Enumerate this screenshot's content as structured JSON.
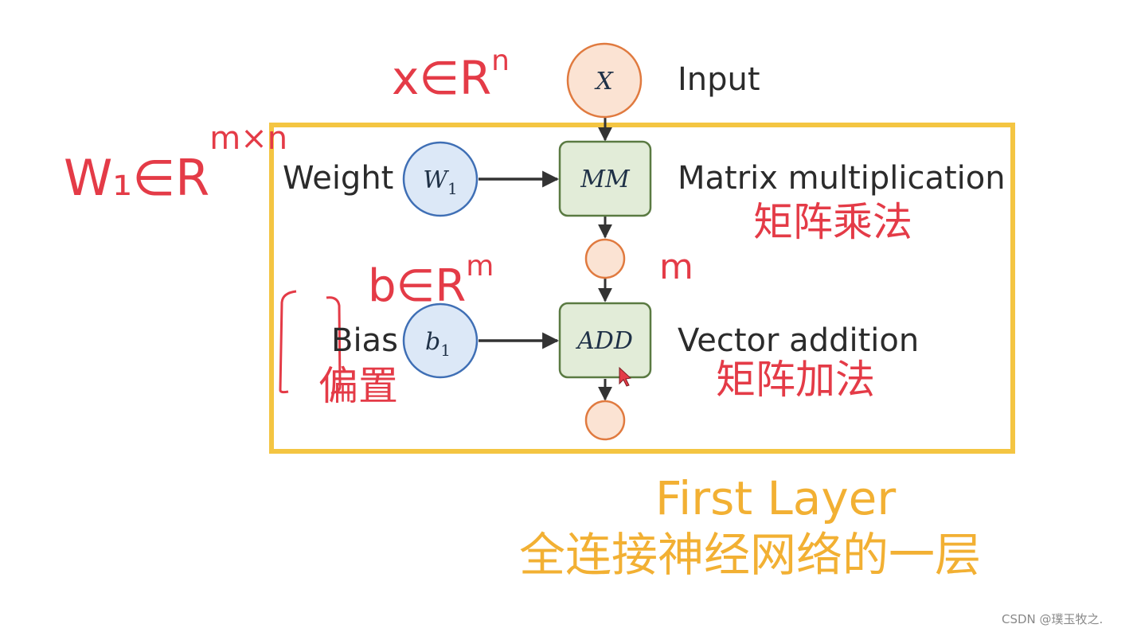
{
  "diagram": {
    "nodes": {
      "input_node": "X",
      "weight_node": "W",
      "weight_sub": "1",
      "mm_node": "MM",
      "bias_node": "b",
      "bias_sub": "1",
      "add_node": "ADD"
    },
    "labels": {
      "input": "Input",
      "weight": "Weight",
      "bias": "Bias",
      "matmul": "Matrix multiplication",
      "matmul_cn": "矩阵乘法",
      "vector_add": "Vector addition",
      "vector_add_cn": "矩阵加法",
      "bias_cn": "偏置"
    },
    "title": {
      "en": "First Layer",
      "cn": "全连接神经网络的一层"
    },
    "annotations": {
      "x_in_R": "x∈R",
      "x_in_R_sup": "n",
      "w_in_R": "W₁∈R",
      "w_in_R_sup": "m×n",
      "b_in_R": "b∈R",
      "b_in_R_sup": "m",
      "m_mark": "m"
    },
    "colors": {
      "frame": "#f4c542",
      "orange_node_fill": "#fbe3d3",
      "orange_node_stroke": "#e07a3f",
      "blue_node_fill": "#dce8f7",
      "blue_node_stroke": "#3f6fb5",
      "green_box_fill": "#e2ecd8",
      "green_box_stroke": "#5a7a42",
      "red_text": "#e43b47",
      "title_orange": "#f2b033"
    }
  },
  "watermark": "CSDN @璞玉牧之."
}
